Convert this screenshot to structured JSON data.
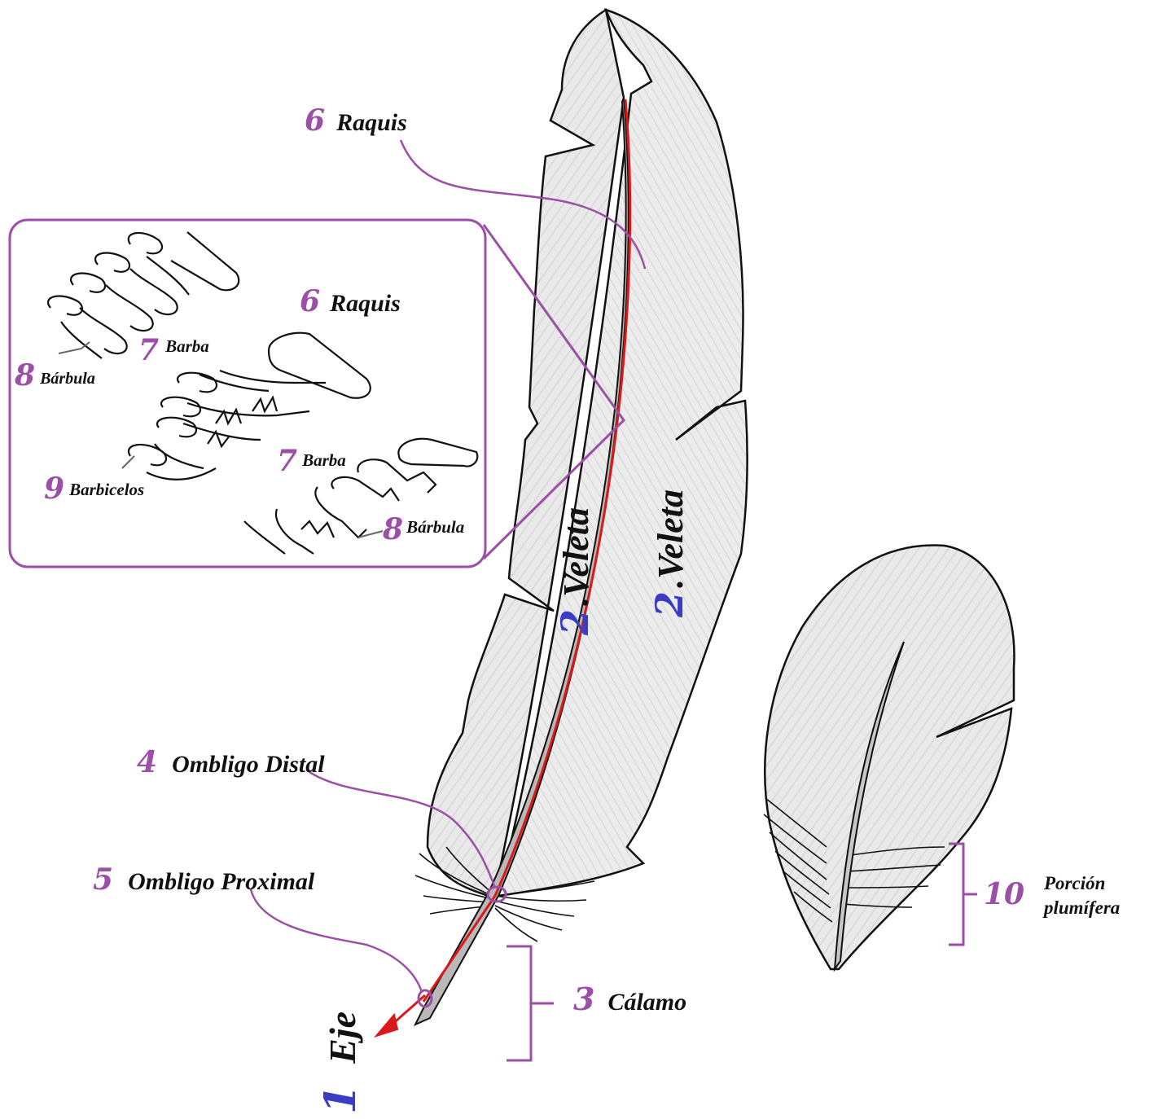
{
  "colors": {
    "purple": "#9b4fa6",
    "blue": "#3a3dc4",
    "red": "#d91a1a",
    "ink": "#111111",
    "feather_fill": "#e6e6e6"
  },
  "labels": {
    "eje": {
      "num": "1",
      "text": "Eje"
    },
    "veleta_left": {
      "num": "2",
      "text": ".Veleta"
    },
    "veleta_right": {
      "num": "2",
      "text": ".Veleta"
    },
    "calamo": {
      "num": "3",
      "text": "Cálamo"
    },
    "ombligo_distal": {
      "num": "4",
      "text": "Ombligo Distal"
    },
    "ombligo_proximal": {
      "num": "5",
      "text": "Ombligo Proximal"
    },
    "raquis": {
      "num": "6",
      "text": "Raquis"
    },
    "porcion": {
      "num": "10",
      "line1": "Porción",
      "line2": "plumífera"
    }
  },
  "inset": {
    "raquis": {
      "num": "6",
      "text": "Raquis"
    },
    "barba_top": {
      "num": "7",
      "text": "Barba"
    },
    "barbula_left": {
      "num": "8",
      "text": "Bárbula"
    },
    "barba_mid": {
      "num": "7",
      "text": "Barba"
    },
    "barbicelos": {
      "num": "9",
      "text": "Barbicelos"
    },
    "barbula_bottom": {
      "num": "8",
      "text": "Bárbula"
    }
  }
}
